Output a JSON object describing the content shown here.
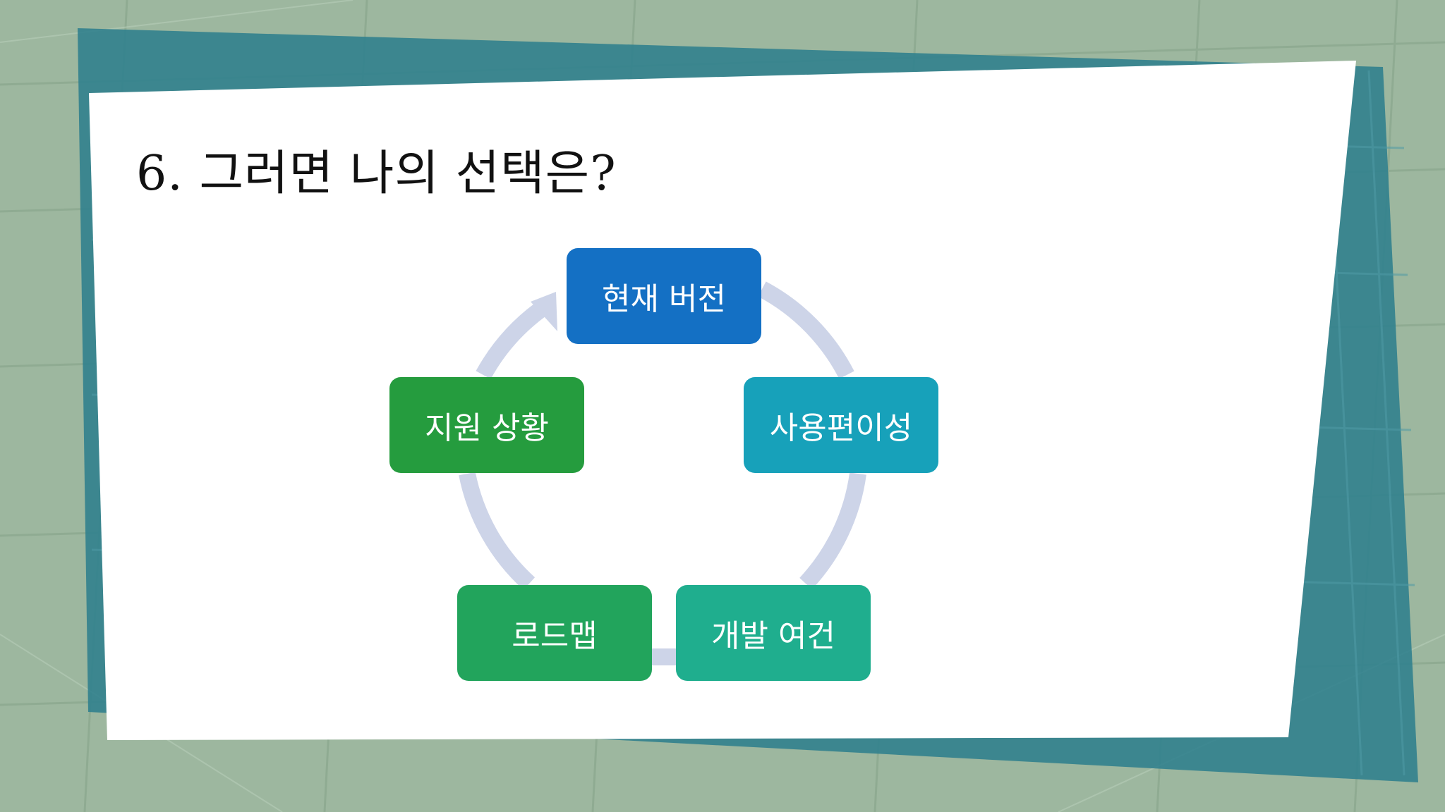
{
  "slide": {
    "title": "6. 그러면 나의 선택은?"
  },
  "cycle": {
    "nodes": [
      {
        "label": "현재 버전",
        "color": "#1470c4"
      },
      {
        "label": "사용편이성",
        "color": "#17a1ba"
      },
      {
        "label": "개발 여건",
        "color": "#1fae8e"
      },
      {
        "label": "로드맵",
        "color": "#22a45c"
      },
      {
        "label": "지원 상황",
        "color": "#259c3e"
      }
    ],
    "arrow_color": "#cdd4e8"
  }
}
